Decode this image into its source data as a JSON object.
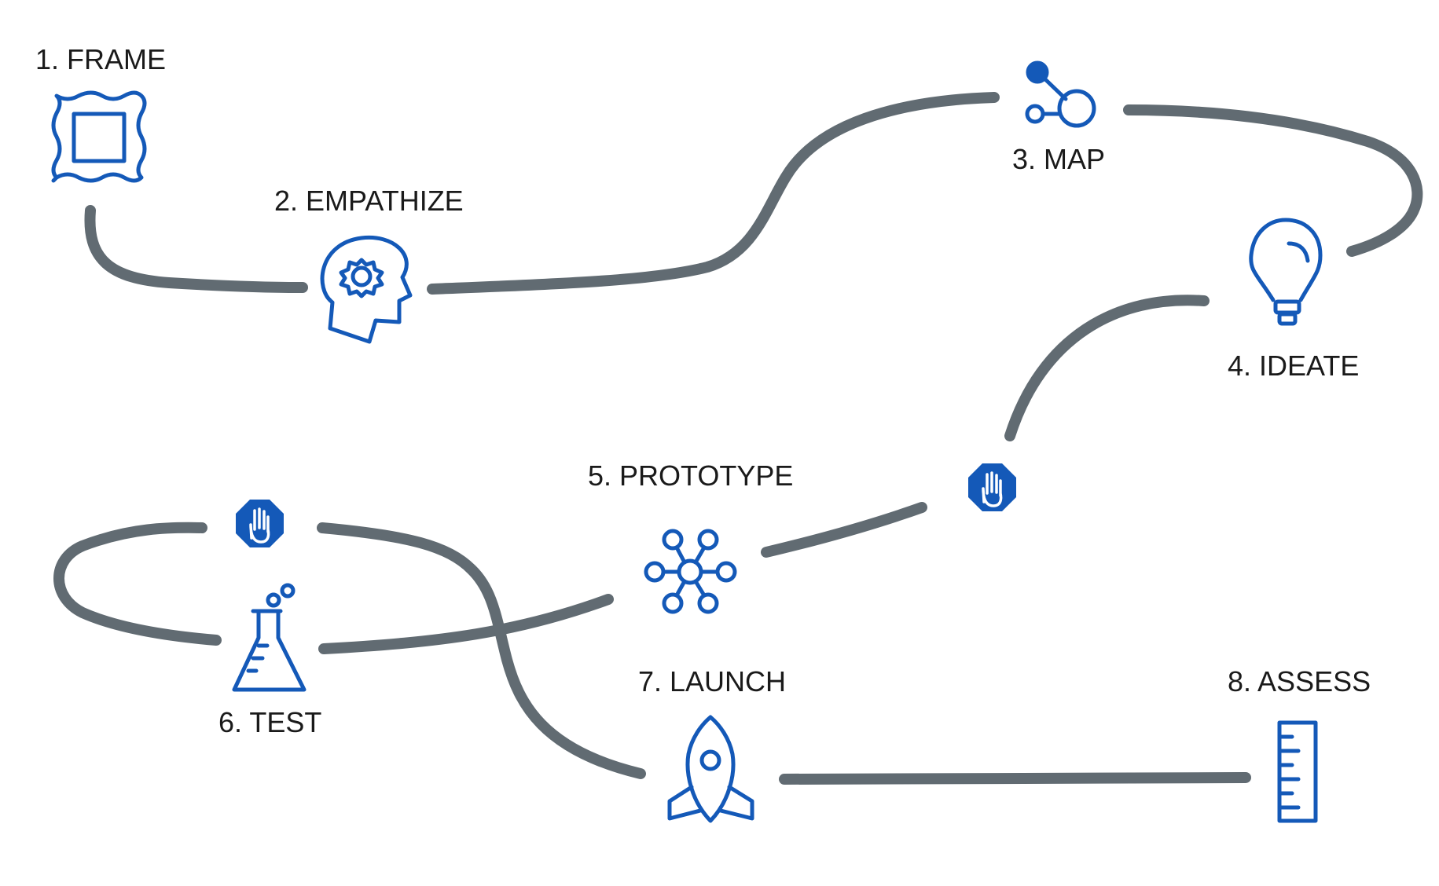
{
  "steps": [
    {
      "label": "1. FRAME",
      "icon": "frame-icon"
    },
    {
      "label": "2. EMPATHIZE",
      "icon": "head-gear-icon"
    },
    {
      "label": "3. MAP",
      "icon": "node-map-icon"
    },
    {
      "label": "4. IDEATE",
      "icon": "lightbulb-icon"
    },
    {
      "label": "5. PROTOTYPE",
      "icon": "network-icon"
    },
    {
      "label": "6. TEST",
      "icon": "flask-icon"
    },
    {
      "label": "7. LAUNCH",
      "icon": "rocket-icon"
    },
    {
      "label": "8. ASSESS",
      "icon": "ruler-icon"
    }
  ],
  "stop_markers": [
    {
      "icon": "stop-hand-icon"
    },
    {
      "icon": "stop-hand-icon"
    }
  ],
  "colors": {
    "icon": "#1459b8",
    "path": "#616b72",
    "text": "#1a1a1a",
    "background": "#ffffff"
  }
}
